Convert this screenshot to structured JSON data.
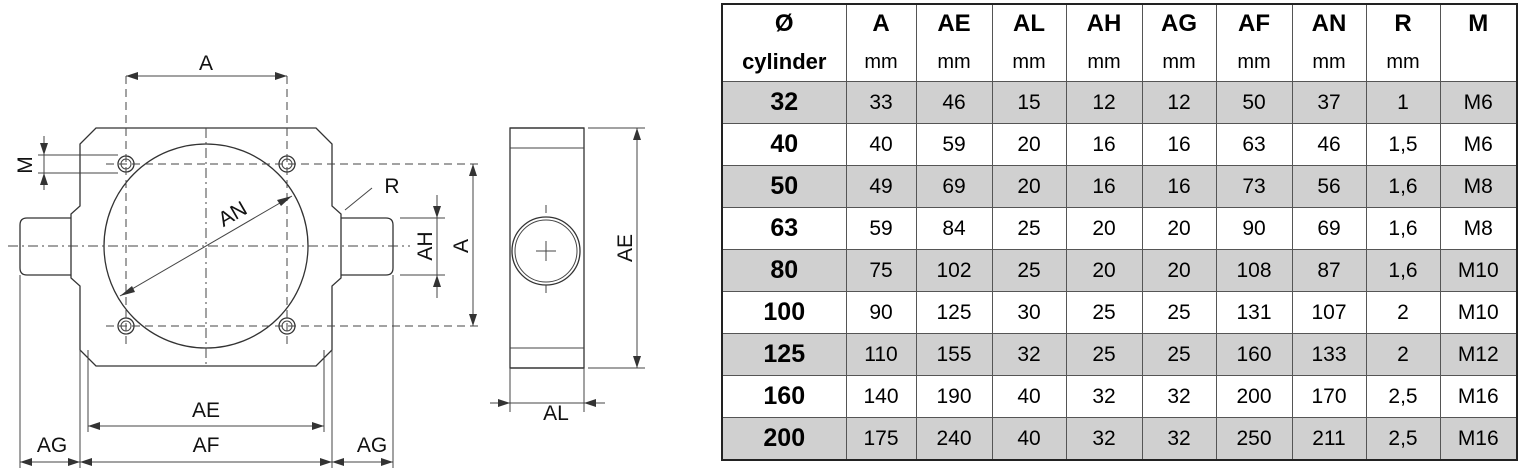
{
  "drawing": {
    "labels": {
      "a_top": "A",
      "m": "M",
      "an": "AN",
      "r": "R",
      "ah": "AH",
      "a_right": "A",
      "ae_side": "AE",
      "ae_bottom": "AE",
      "af": "AF",
      "ag_left": "AG",
      "ag_right": "AG",
      "al": "AL"
    }
  },
  "table": {
    "columns": [
      {
        "name": "Ø",
        "unit": "cylinder"
      },
      {
        "name": "A",
        "unit": "mm"
      },
      {
        "name": "AE",
        "unit": "mm"
      },
      {
        "name": "AL",
        "unit": "mm"
      },
      {
        "name": "AH",
        "unit": "mm"
      },
      {
        "name": "AG",
        "unit": "mm"
      },
      {
        "name": "AF",
        "unit": "mm"
      },
      {
        "name": "AN",
        "unit": "mm"
      },
      {
        "name": "R",
        "unit": "mm"
      },
      {
        "name": "M",
        "unit": ""
      }
    ],
    "rows": [
      [
        "32",
        "33",
        "46",
        "15",
        "12",
        "12",
        "50",
        "37",
        "1",
        "M6"
      ],
      [
        "40",
        "40",
        "59",
        "20",
        "16",
        "16",
        "63",
        "46",
        "1,5",
        "M6"
      ],
      [
        "50",
        "49",
        "69",
        "20",
        "16",
        "16",
        "73",
        "56",
        "1,6",
        "M8"
      ],
      [
        "63",
        "59",
        "84",
        "25",
        "20",
        "20",
        "90",
        "69",
        "1,6",
        "M8"
      ],
      [
        "80",
        "75",
        "102",
        "25",
        "20",
        "20",
        "108",
        "87",
        "1,6",
        "M10"
      ],
      [
        "100",
        "90",
        "125",
        "30",
        "25",
        "25",
        "131",
        "107",
        "2",
        "M10"
      ],
      [
        "125",
        "110",
        "155",
        "32",
        "25",
        "25",
        "160",
        "133",
        "2",
        "M12"
      ],
      [
        "160",
        "140",
        "190",
        "40",
        "32",
        "32",
        "200",
        "170",
        "2,5",
        "M16"
      ],
      [
        "200",
        "175",
        "240",
        "40",
        "32",
        "32",
        "250",
        "211",
        "2,5",
        "M16"
      ]
    ],
    "shade_color": "#d0d0d0"
  }
}
